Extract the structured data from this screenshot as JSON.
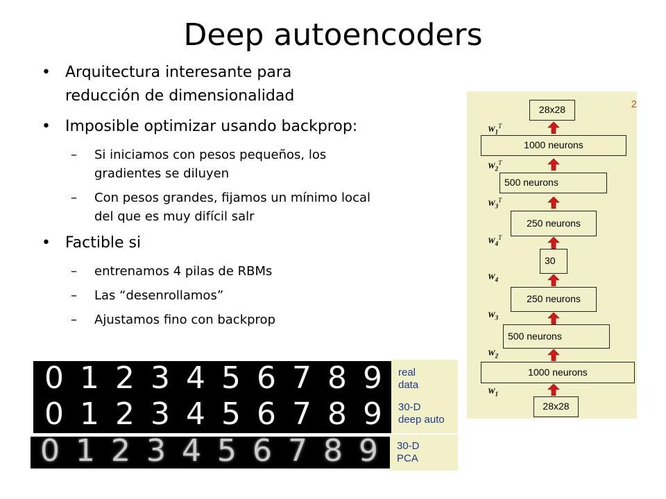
{
  "slide": {
    "title": "Deep autoencoders",
    "bullet_glyph": "•",
    "dash_glyph": "–",
    "bullets": [
      {
        "text": "Arquitectura interesante para reducción de dimensionalidad"
      },
      {
        "text": "Imposible optimizar usando backprop:"
      },
      {
        "sub": "Si iniciamos con pesos pequeños, los gradientes se diluyen"
      },
      {
        "sub": "Con pesos grandes, fijamos un mínimo local del que es muy difícil salr"
      },
      {
        "text": "Factible si"
      },
      {
        "sub": "entrenamos 4 pilas de RBMs"
      },
      {
        "sub": "Las “desenrollamos”"
      },
      {
        "sub": "Ajustamos fino con backprop"
      }
    ]
  },
  "diagram": {
    "background": "#f1f0c8",
    "corner_mark": "2",
    "layers": [
      "28x28",
      "1000 neurons",
      "500 neurons",
      "250 neurons",
      "30",
      "250 neurons",
      "500 neurons",
      "1000  neurons",
      "28x28"
    ],
    "weights": [
      {
        "w": "W",
        "sub": "1",
        "sup": "T"
      },
      {
        "w": "W",
        "sub": "2",
        "sup": "T"
      },
      {
        "w": "W",
        "sub": "3",
        "sup": "T"
      },
      {
        "w": "W",
        "sub": "4",
        "sup": "T"
      },
      {
        "w": "W",
        "sub": "4",
        "sup": ""
      },
      {
        "w": "W",
        "sub": "3",
        "sup": ""
      },
      {
        "w": "W",
        "sub": "2",
        "sup": ""
      },
      {
        "w": "W",
        "sub": "1",
        "sup": ""
      }
    ],
    "arrow_color": "#d81818"
  },
  "digits": {
    "values": [
      "0",
      "1",
      "2",
      "3",
      "4",
      "5",
      "6",
      "7",
      "8",
      "9"
    ],
    "rows": [
      {
        "label_line1": "real",
        "label_line2": "data"
      },
      {
        "label_line1": "30-D",
        "label_line2": "deep auto"
      },
      {
        "label_line1": "30-D",
        "label_line2": "PCA"
      }
    ],
    "label_color": "#1c3a8c"
  }
}
